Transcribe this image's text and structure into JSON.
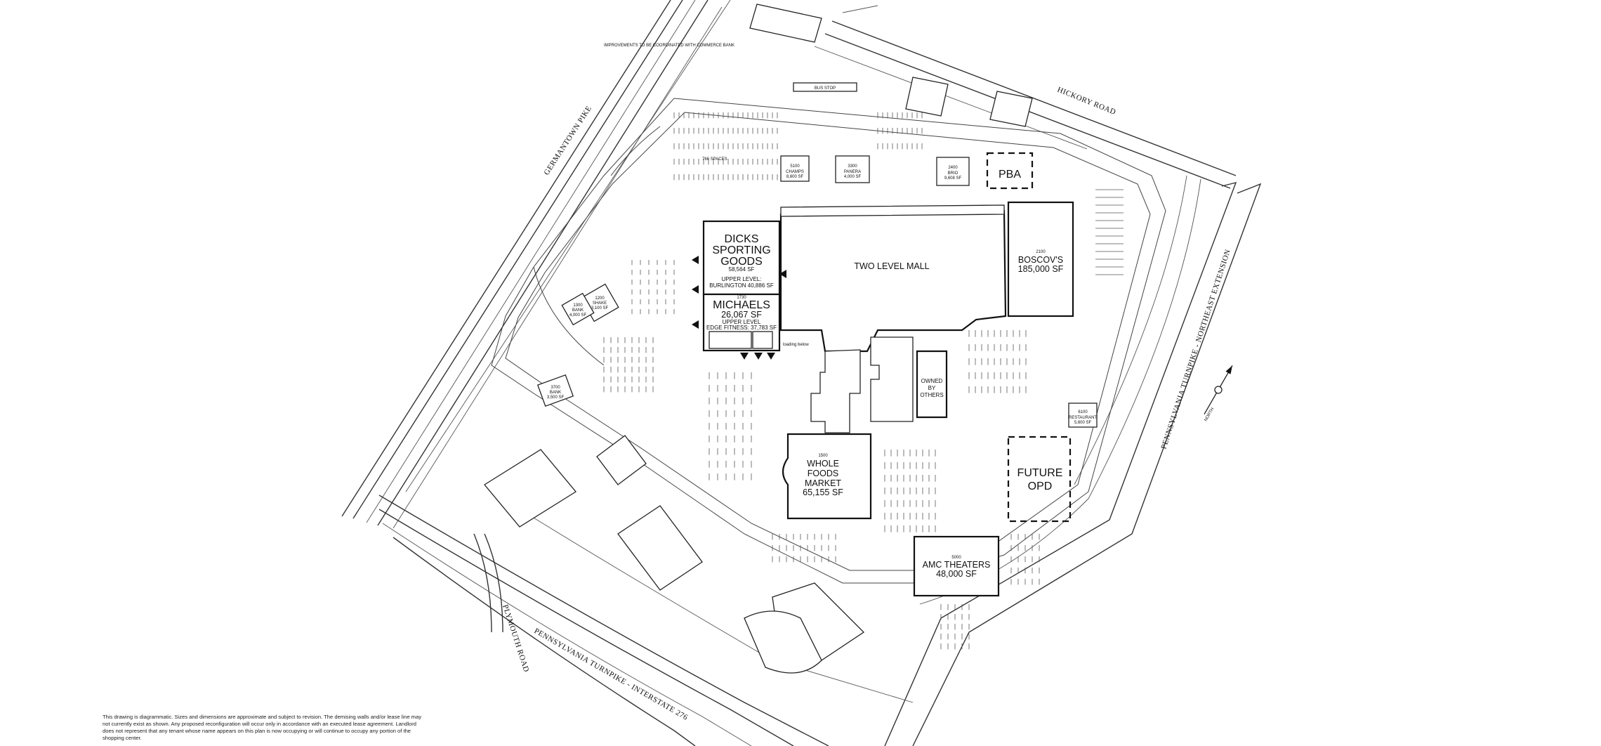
{
  "map": {
    "roads": {
      "germantown_pike": "GERMANTOWN PIKE",
      "hickory_road": "HICKORY ROAD",
      "plymouth_road": "PLYMOUTH ROAD",
      "turnpike_276": "PENNSYLVANIA TURNPIKE - INTERSTATE 276",
      "turnpike_ne": "PENNSYLVANIA TURNPIKE - NORTHEAST EXTENSION"
    },
    "notes": {
      "improvements": "IMPROVEMENTS TO BE COORDINATED WITH COMMERCE BANK",
      "bus_stop": "BUS STOP",
      "loading": "loading below",
      "spaces": "766 SPACES"
    },
    "north_label": "NORTH",
    "tenants": {
      "dicks": {
        "name_1": "DICKS",
        "name_2": "SPORTING",
        "name_3": "GOODS",
        "area": "58,564 SF",
        "upper_1": "UPPER LEVEL:",
        "upper_2": "BURLINGTON 40,886 SF"
      },
      "michaels": {
        "unit": "1730",
        "name": "MICHAELS",
        "area": "26,067 SF",
        "upper_1": "UPPER LEVEL",
        "upper_2": "EDGE FITNESS: 37,783 SF"
      },
      "mall": {
        "name": "TWO LEVEL MALL"
      },
      "boscovs": {
        "unit": "2100",
        "name": "BOSCOV'S",
        "area": "185,000 SF"
      },
      "pba": {
        "name": "PBA"
      },
      "owned_by_others": {
        "line_1": "OWNED",
        "line_2": "BY",
        "line_3": "OTHERS"
      },
      "whole_foods": {
        "unit": "1500",
        "line_1": "WHOLE",
        "line_2": "FOODS",
        "line_3": "MARKET",
        "area": "65,155 SF"
      },
      "future_opd": {
        "line_1": "FUTURE",
        "line_2": "OPD"
      },
      "amc": {
        "unit": "5000",
        "name": "AMC THEATERS",
        "area": "48,000 SF"
      }
    },
    "pads": {
      "pad_5100": {
        "unit": "5100",
        "name": "CHAMPS",
        "area": "8,600 SF"
      },
      "pad_3300": {
        "unit": "3300",
        "name": "PANERA",
        "area": "4,000 SF"
      },
      "pad_2400": {
        "unit": "2400",
        "name": "BRIO",
        "area": "9,608 SF"
      },
      "pad_1200": {
        "unit": "1200",
        "name": "SHAKE",
        "area": "3,100 SF"
      },
      "pad_1300": {
        "unit": "1300",
        "name": "BANK",
        "area": "4,000 SF"
      },
      "pad_3700": {
        "unit": "3700",
        "name": "BANK",
        "area": "3,500 SF"
      },
      "pad_6100": {
        "unit": "6100",
        "name": "RESTAURANT",
        "area": "5,600 SF"
      }
    },
    "disclaimer": "This drawing is diagrammatic. Sizes and dimensions are approximate and subject to revision. The demising walls and/or lease line may not currently exist as shown. Any proposed reconfiguration will occur only in accordance with an executed lease agreement. Landlord does not represent that any tenant whose name appears on this plan is now occupying or will continue to occupy any portion of the shopping center."
  }
}
